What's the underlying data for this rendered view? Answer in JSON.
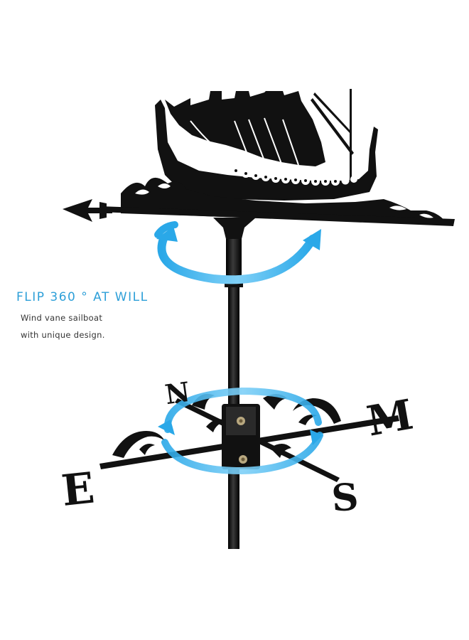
{
  "caption": {
    "title": "FLIP 360 ° AT WILL",
    "line1": "Wind vane sailboat",
    "line2": "with unique design."
  },
  "compass": {
    "north": "N",
    "east": "E",
    "south": "S",
    "west": "M"
  },
  "colors": {
    "metal": "#111111",
    "accent_arrow": "#2aa8e8",
    "caption_title": "#2d9fd8",
    "background": "#ffffff"
  },
  "icons": {
    "rotation_top": "rotate-360-arrow-icon",
    "rotation_bottom": "rotate-360-arrow-icon",
    "pointer": "arrowhead-icon",
    "ship": "viking-ship-icon"
  }
}
